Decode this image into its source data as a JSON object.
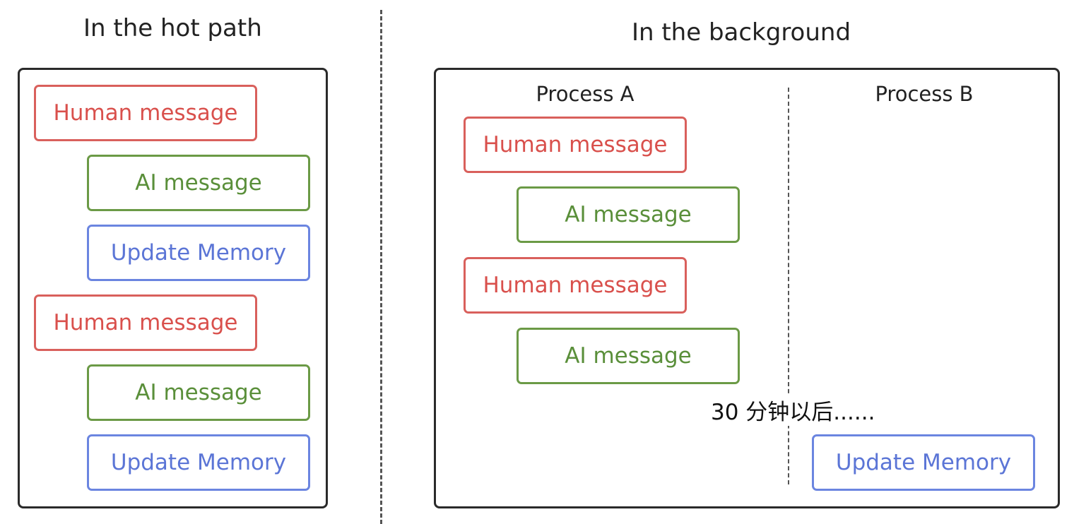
{
  "hot_path": {
    "title": "In the hot path",
    "items": [
      {
        "type": "human",
        "label": "Human message"
      },
      {
        "type": "ai",
        "label": "AI message"
      },
      {
        "type": "update",
        "label": "Update Memory"
      },
      {
        "type": "human",
        "label": "Human message"
      },
      {
        "type": "ai",
        "label": "AI message"
      },
      {
        "type": "update",
        "label": "Update Memory"
      }
    ]
  },
  "background": {
    "title": "In the background",
    "process_a": {
      "title": "Process A",
      "items": [
        {
          "type": "human",
          "label": "Human message"
        },
        {
          "type": "ai",
          "label": "AI message"
        },
        {
          "type": "human",
          "label": "Human message"
        },
        {
          "type": "ai",
          "label": "AI message"
        }
      ]
    },
    "delay_note": "30 分钟以后......",
    "process_b": {
      "title": "Process B",
      "items": [
        {
          "type": "update",
          "label": "Update Memory"
        }
      ]
    }
  },
  "colors": {
    "human": "#d9504c",
    "ai": "#5a8f3a",
    "update": "#5b75d6",
    "border": "#2a2a2a"
  }
}
